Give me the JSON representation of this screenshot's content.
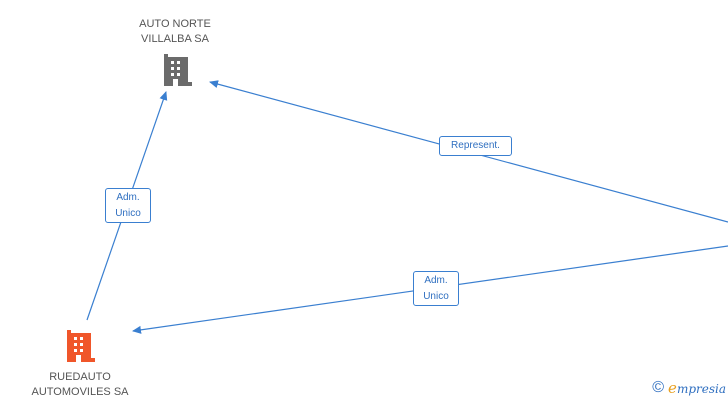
{
  "nodes": {
    "auto_norte": {
      "line1": "AUTO NORTE",
      "line2": "VILLALBA SA",
      "color": "#6b6b6b",
      "icon": "building-icon"
    },
    "ruedauto": {
      "line1": "RUEDAUTO",
      "line2": "AUTOMOVILES SA",
      "color": "#f0562a",
      "icon": "building-icon"
    }
  },
  "edges": {
    "ruedauto_to_auto_norte": {
      "line1": "Adm.",
      "line2": "Unico"
    },
    "person_to_auto_norte": {
      "line1": "Represent."
    },
    "person_to_ruedauto": {
      "line1": "Adm.",
      "line2": "Unico"
    }
  },
  "colors": {
    "edge": "#3a7fd0"
  },
  "brand": {
    "symbol": "©",
    "initial": "e",
    "name": "mpresia"
  }
}
